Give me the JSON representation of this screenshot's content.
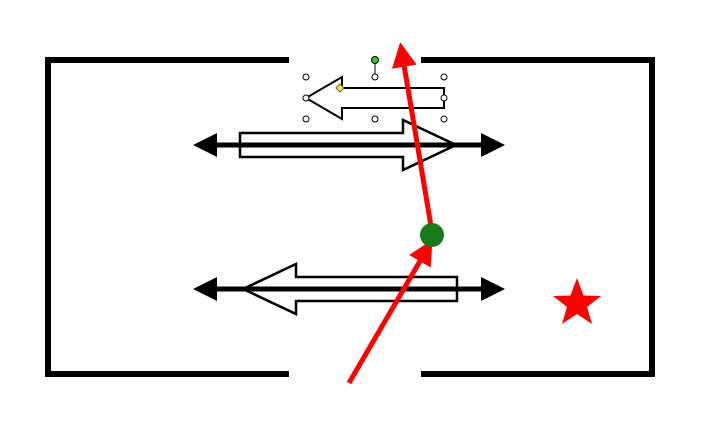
{
  "canvas": {
    "background": "#ffffff"
  },
  "colors": {
    "wall": "#000000",
    "double_arrow": "#000000",
    "block_arrow_fill": "#ffffff",
    "block_arrow_stroke": "#000000",
    "trajectory": "#ff0000",
    "contact_point": "#1a7a1a",
    "target": "#ff0000",
    "handle_fill": "#ffffff",
    "handle_stroke": "#000000",
    "rotation_handle": "#33cc33",
    "adjust_handle": "#ffe066"
  },
  "diagram": {
    "walls": [
      {
        "name": "left-chamber-wall"
      },
      {
        "name": "right-chamber-wall"
      }
    ],
    "double_arrows": [
      {
        "name": "upper-double-headed-arrow"
      },
      {
        "name": "lower-double-headed-arrow"
      }
    ],
    "block_arrows": [
      {
        "name": "upper-block-arrow-right",
        "direction": "right"
      },
      {
        "name": "lower-block-arrow-left",
        "direction": "left"
      },
      {
        "name": "selected-block-arrow-left",
        "direction": "left",
        "selected": true
      }
    ],
    "trajectory_segments": [
      {
        "name": "incoming-red-arrow"
      },
      {
        "name": "outgoing-red-arrow"
      }
    ],
    "contact_point": {
      "name": "collision-point"
    },
    "target": {
      "name": "target-star-icon",
      "shape": "five-point-star"
    },
    "selection_handles": {
      "count": 8,
      "rotation_handle": true,
      "adjustment_handle": true
    }
  }
}
